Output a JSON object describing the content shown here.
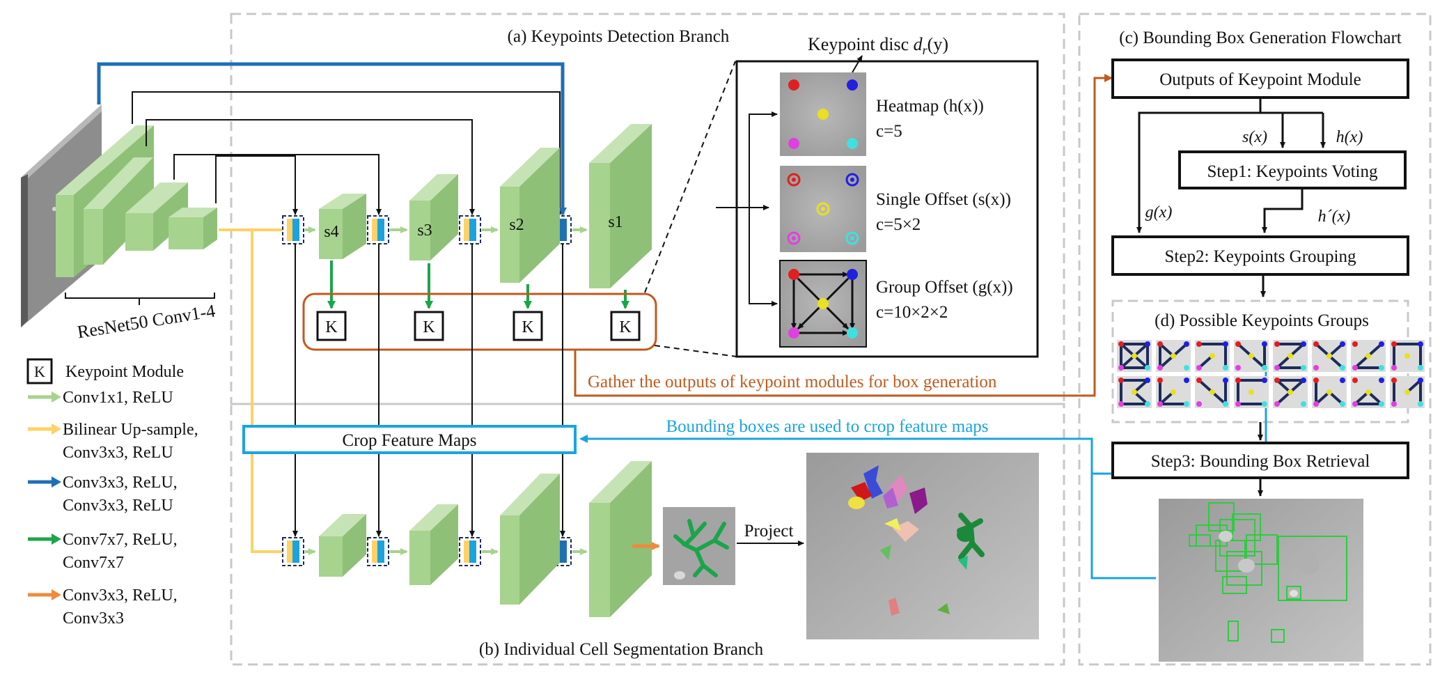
{
  "sections": {
    "a_title": "(a) Keypoints Detection Branch",
    "b_title": "(b) Individual Cell Segmentation Branch",
    "c_title": "(c) Bounding Box Generation Flowchart",
    "d_title": "(d) Possible Keypoints Groups"
  },
  "backbone_label": "ResNet50 Conv1-4",
  "scale_labels": [
    "s4",
    "s3",
    "s2",
    "s1"
  ],
  "keypoint_module_letter": "K",
  "gather_text": "Gather the outputs of keypoint modules for box generation",
  "crop_box_label": "Crop Feature Maps",
  "crop_text": "Bounding boxes are used to crop feature maps",
  "project_label": "Project",
  "inset": {
    "title_prefix": "Keypoint disc ",
    "title_math": "d",
    "title_sub": "r",
    "title_suffix": "(y)",
    "heatmap_label": "Heatmap (h(x))",
    "heatmap_c": "c=5",
    "single_label": "Single Offset (s(x))",
    "single_c": "c=5×2",
    "group_label": "Group Offset (g(x))",
    "group_c": "c=10×2×2"
  },
  "legend": {
    "k_label": "Keypoint Module",
    "items": [
      {
        "color": "#a6d38e",
        "lines": [
          "Conv1x1, ReLU"
        ]
      },
      {
        "color": "#ffd166",
        "lines": [
          "Bilinear Up-sample,",
          "Conv3x3, ReLU"
        ]
      },
      {
        "color": "#1f6fb5",
        "lines": [
          "Conv3x3, ReLU,",
          "Conv3x3, ReLU"
        ]
      },
      {
        "color": "#1aa54a",
        "lines": [
          "Conv7x7, ReLU,",
          "Conv7x7"
        ]
      },
      {
        "color": "#f08a3c",
        "lines": [
          "Conv3x3, ReLU,",
          "Conv3x3"
        ]
      }
    ]
  },
  "flowchart": {
    "outputs": "Outputs of Keypoint Module",
    "step1": "Step1: Keypoints Voting",
    "step2": "Step2: Keypoints Grouping",
    "step3": "Step3: Bounding Box Retrieval",
    "s_label": "s(x)",
    "h_label": "h(x)",
    "g_label": "g(x)",
    "hprime_label": "h´(x)"
  },
  "colors": {
    "green_block": "#a6d38e",
    "yellow": "#ffd166",
    "blue": "#1f6fb5",
    "green_arrow": "#1aa54a",
    "orange_arrow": "#f08a3c",
    "brown": "#c05a1c",
    "cyan": "#1aa3e0",
    "navy": "#1c2b5a"
  }
}
